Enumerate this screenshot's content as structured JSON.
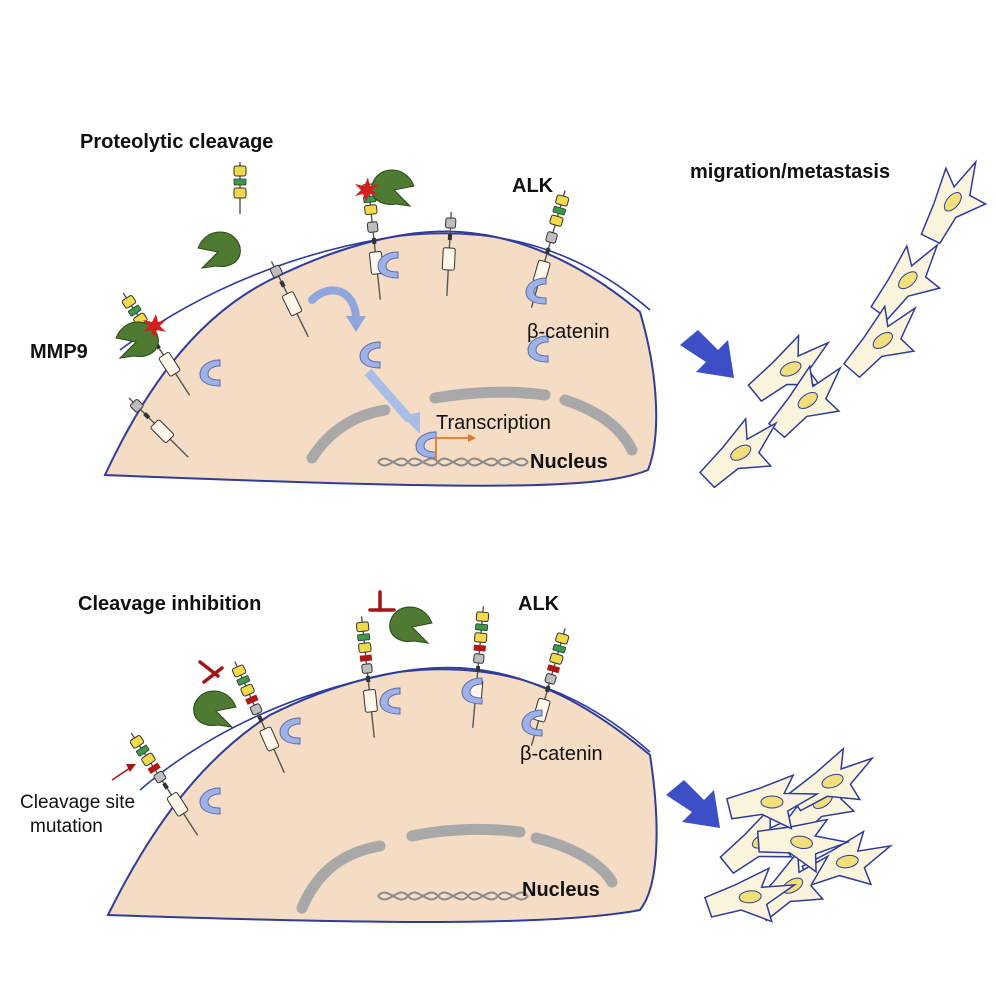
{
  "panels": {
    "top": {
      "title": "Proteolytic cleavage",
      "receptor_label": "ALK",
      "protease_label": "MMP9",
      "beta_catenin_label": "β-catenin",
      "transcription_label": "Transcription",
      "nucleus_label": "Nucleus",
      "outcome_label": "migration/metastasis"
    },
    "bottom": {
      "title": "Cleavage inhibition",
      "receptor_label": "ALK",
      "beta_catenin_label": "β-catenin",
      "mutation_label_line1": "Cleavage site",
      "mutation_label_line2": "mutation",
      "nucleus_label": "Nucleus"
    }
  },
  "colors": {
    "cell_fill": "#f5dcc4",
    "membrane": "#2f3c99",
    "protease": "#4f7a32",
    "beta_catenin": "#9fb2e6",
    "cleavage_star": "#d12020",
    "inhibition": "#a11616",
    "mutation_band": "#b01818",
    "receptor_ecd": "#f0d94a",
    "arrow": "#3c4fc6",
    "transcription_arrow": "#e07a2a"
  },
  "icons": {
    "protease": "pacman-shape",
    "beta_catenin": "crescent-shape",
    "inhibition": "t-bar-symbol",
    "cleavage": "star-burst",
    "dna": "double-helix"
  }
}
